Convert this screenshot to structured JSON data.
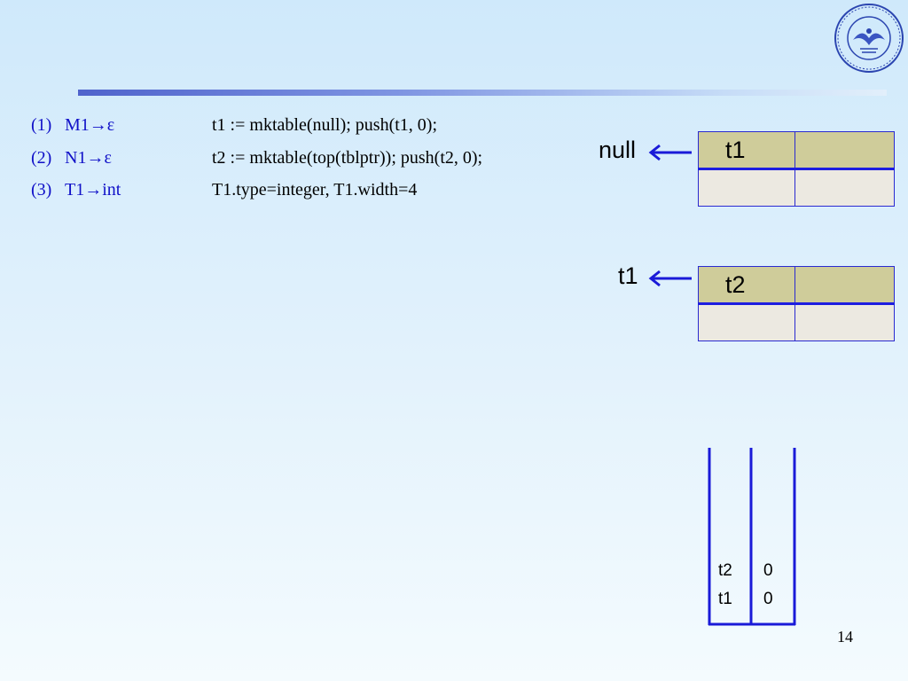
{
  "rules": [
    {
      "num": "(1)",
      "production": "M1→ε",
      "action": "t1 := mktable(null); push(t1, 0);"
    },
    {
      "num": "(2)",
      "production": "N1→ε",
      "action": "t2 := mktable(top(tblptr));  push(t2, 0);"
    },
    {
      "num": "(3)",
      "production": "T1→int",
      "action": "T1.type=integer,  T1.width=4"
    }
  ],
  "tables": [
    {
      "pointer_label": "null",
      "header": "t1"
    },
    {
      "pointer_label": "t1",
      "header": "t2"
    }
  ],
  "stack": {
    "rows": [
      {
        "name": "t2",
        "offset": "0"
      },
      {
        "name": "t1",
        "offset": "0"
      }
    ]
  },
  "page_number": "14",
  "colors": {
    "header_rule": "#4f63cc",
    "production_text": "#1010c8",
    "table_border": "#2a2ad0",
    "table_header_fill": "#cfcc9a",
    "table_body_fill": "#ece9e1",
    "stack_line": "#1a1ad8"
  },
  "icons": {
    "logo": "university-emblem-icon",
    "pointer": "arrow-left-icon"
  }
}
